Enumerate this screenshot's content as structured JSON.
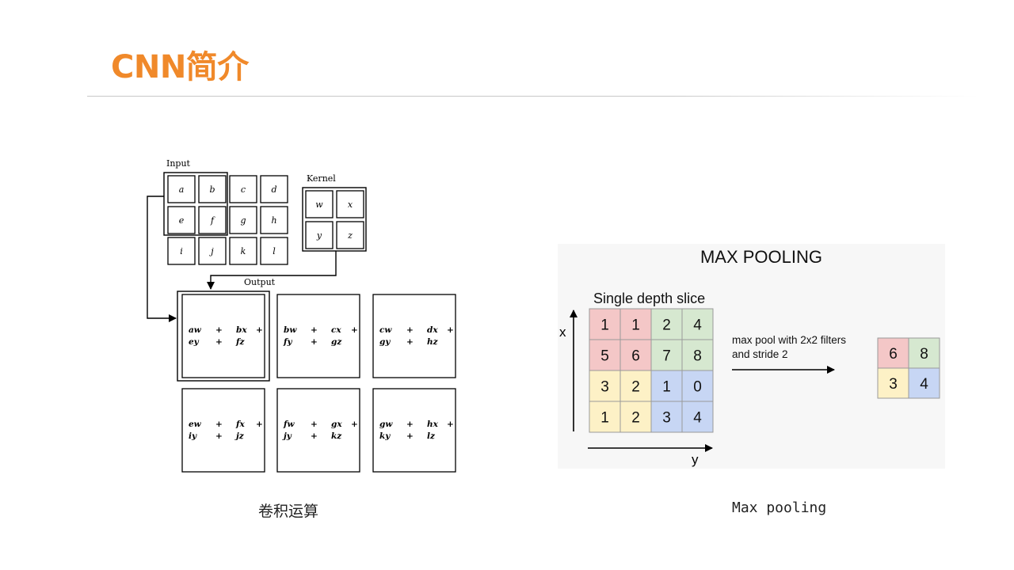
{
  "slide": {
    "title": "CNN简介"
  },
  "convolution": {
    "input_label": "Input",
    "kernel_label": "Kernel",
    "output_label": "Output",
    "input_cells": [
      "a",
      "b",
      "c",
      "d",
      "e",
      "f",
      "g",
      "h",
      "i",
      "j",
      "k",
      "l"
    ],
    "kernel_cells": [
      "w",
      "x",
      "y",
      "z"
    ],
    "output_cells": [
      [
        "aw",
        "+",
        "bx",
        "+",
        "ey",
        "+",
        "fz"
      ],
      [
        "bw",
        "+",
        "cx",
        "+",
        "fy",
        "+",
        "gz"
      ],
      [
        "cw",
        "+",
        "dx",
        "+",
        "gy",
        "+",
        "hz"
      ],
      [
        "ew",
        "+",
        "fx",
        "+",
        "iy",
        "+",
        "jz"
      ],
      [
        "fw",
        "+",
        "gx",
        "+",
        "jy",
        "+",
        "kz"
      ],
      [
        "gw",
        "+",
        "hx",
        "+",
        "ky",
        "+",
        "lz"
      ]
    ],
    "caption": "卷积运算"
  },
  "max_pooling": {
    "title": "MAX POOLING",
    "slice_label": "Single depth slice",
    "x_axis": "x",
    "y_axis": "y",
    "description_line1": "max pool with 2x2 filters",
    "description_line2": "and stride 2",
    "grid": [
      [
        1,
        1,
        2,
        4
      ],
      [
        5,
        6,
        7,
        8
      ],
      [
        3,
        2,
        1,
        0
      ],
      [
        1,
        2,
        3,
        4
      ]
    ],
    "result": [
      [
        6,
        8
      ],
      [
        3,
        4
      ]
    ],
    "colors": {
      "red": "#f4c7c7",
      "green": "#d6e8d0",
      "yellow": "#fdf1c6",
      "blue": "#c7d6f4"
    },
    "caption": "Max pooling"
  }
}
